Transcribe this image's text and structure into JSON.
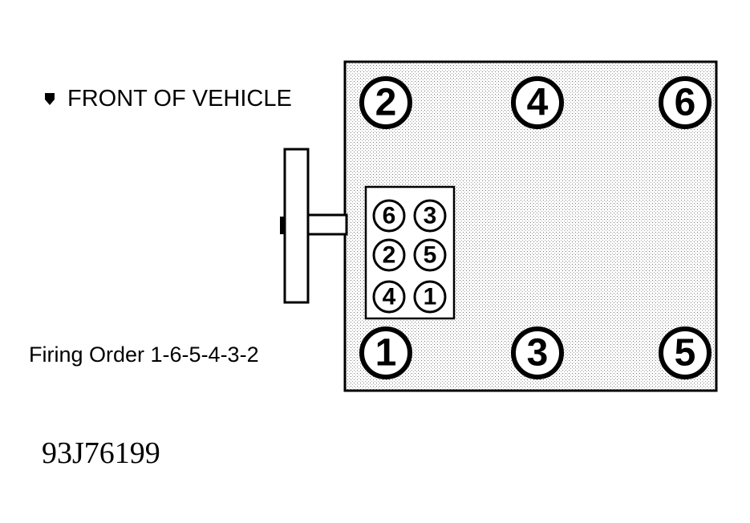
{
  "front_label": "FRONT OF VEHICLE",
  "firing_order_label": "Firing Order 1-6-5-4-3-2",
  "figure_code": "93J76199",
  "cylinders_top_row": [
    "2",
    "4",
    "6"
  ],
  "cylinders_bottom_row": [
    "1",
    "3",
    "5"
  ],
  "distributor_terminals": [
    [
      "6",
      "3"
    ],
    [
      "2",
      "5"
    ],
    [
      "4",
      "1"
    ]
  ],
  "colors": {
    "ink": "#000000",
    "background": "#ffffff"
  }
}
